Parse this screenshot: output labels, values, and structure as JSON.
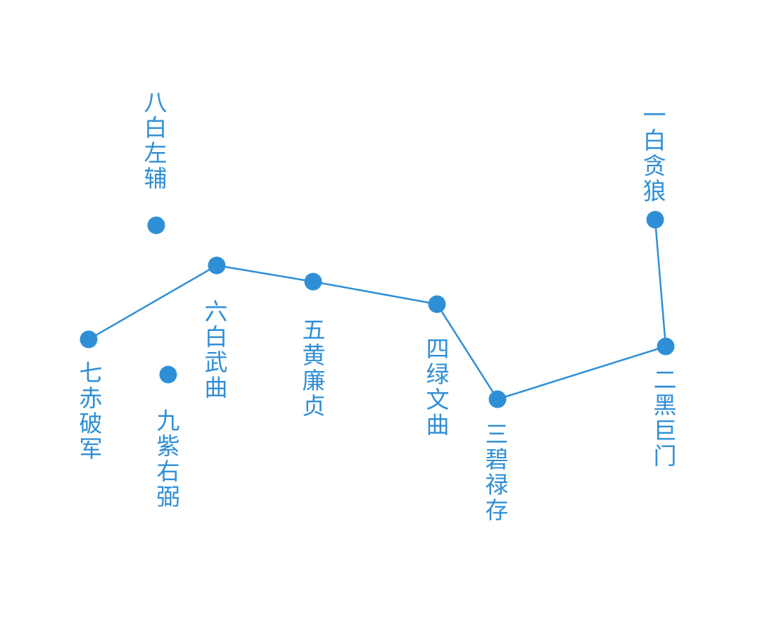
{
  "colors": {
    "accent": "#2f8fd6",
    "line": "#2f8fd6",
    "background": "#ffffff"
  },
  "stars": [
    {
      "id": "star-1",
      "label": "一白贪狼"
    },
    {
      "id": "star-2",
      "label": "二黑巨门"
    },
    {
      "id": "star-3",
      "label": "三碧禄存"
    },
    {
      "id": "star-4",
      "label": "四绿文曲"
    },
    {
      "id": "star-5",
      "label": "五黄廉贞"
    },
    {
      "id": "star-6",
      "label": "六白武曲"
    },
    {
      "id": "star-7",
      "label": "七赤破军"
    },
    {
      "id": "star-8",
      "label": "八白左辅"
    },
    {
      "id": "star-9",
      "label": "九紫右弼"
    }
  ],
  "connections": [
    [
      "star-7",
      "star-6"
    ],
    [
      "star-6",
      "star-5"
    ],
    [
      "star-5",
      "star-4"
    ],
    [
      "star-4",
      "star-3"
    ],
    [
      "star-3",
      "star-2"
    ],
    [
      "star-2",
      "star-1"
    ]
  ]
}
